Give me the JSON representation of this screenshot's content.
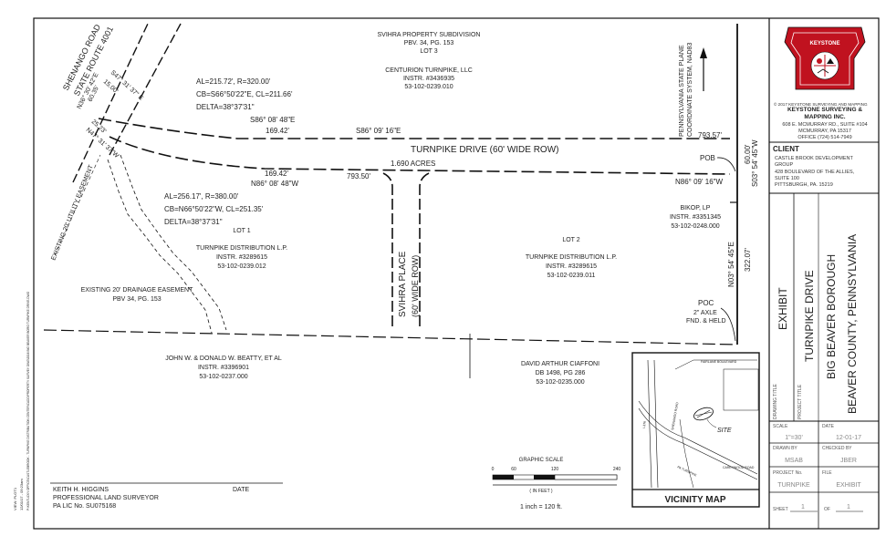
{
  "top_parcel": {
    "subdivision": "SVIHRA PROPERTY SUBDIVISION",
    "pbv": "PBV. 34, PG. 153",
    "lot": "LOT 3",
    "owner": "CENTURION TURNPIKE, LLC",
    "instr": "INSTR. #3436935",
    "parcel_id": "53-102-0239.010"
  },
  "road": {
    "shenango_line1": "SHENANGO ROAD",
    "shenango_line2": "STATE ROUTE 4001",
    "turnpike_label": "TURNPIKE DRIVE (60' WIDE ROW)",
    "acres": "1.690 ACRES",
    "svihra_place": "SVIHRA PLACE",
    "svihra_place_width": "(60' WIDE ROW)"
  },
  "curves": {
    "c1_line1": "AL=215.72', R=320.00'",
    "c1_line2": "CB=S66°50'22\"E, CL=211.66'",
    "c1_line3": "DELTA=38°37'31\"",
    "c2_line1": "AL=256.17', R=380.00'",
    "c2_line2": "CB=N66°50'22\"W, CL=251.35'",
    "c2_line3": "DELTA=38°37'31\""
  },
  "bearings": {
    "n36": "N36° 30' 42\"E",
    "n36_dist": "60.35'",
    "s47": "S47° 31' 37\" E",
    "s47_dist": "15.00'",
    "n47": "N47° 31' 37\"W",
    "n47_dist": "25.23'",
    "s86_upper": "S86° 08' 48\"E",
    "s86_upper_dist": "169.42'",
    "s86_long": "S86° 09' 16\"E",
    "s86_long_dist": "793.57'",
    "n86_lower": "N86° 08' 48\"W",
    "n86_lower_dist": "169.42'",
    "n86_long_dist": "793.50'",
    "n86_right": "N86° 09' 16\"W",
    "s03": "S03° 54' 45\"W",
    "s03_dist": "60.00'",
    "n03": "N03° 54' 45\"E",
    "n03_dist": "322.07'"
  },
  "state_plane": {
    "line1": "PENNSYLVANIA STATE PLANE",
    "line2": "COORDINATE SYSTEM, NAD83"
  },
  "pob": "POB",
  "poc": {
    "line1": "POC",
    "line2": "2\" AXLE",
    "line3": "FND. & HELD"
  },
  "lot1": {
    "lot": "LOT 1",
    "owner": "TURNPIKE DISTRIBUTION L.P.",
    "instr": "INSTR. #3289615",
    "parcel_id": "53-102-0239.012"
  },
  "lot2": {
    "lot": "LOT 2",
    "owner": "TURNPIKE DISTRIBUTION L.P.",
    "instr": "INSTR. #3289615",
    "parcel_id": "53-102-0239.011"
  },
  "bikop": {
    "owner": "BIKOP, LP",
    "instr": "INSTR. #3351345",
    "parcel_id": "53-102-0248.000"
  },
  "easements": {
    "utility": "EXISTING 20' UTILITY EASEMENT",
    "drainage": "EXISTING 20' DRAINAGE EASEMENT",
    "drainage_pbv": "PBV 34, PG. 153"
  },
  "beatty": {
    "owner": "JOHN W. & DONALD W. BEATTY, ET AL",
    "instr": "INSTR. #3396901",
    "parcel_id": "53-102-0237.000"
  },
  "ciaffoni": {
    "owner": "DAVID ARTHUR CIAFFONI",
    "db": "DB 1498, PG 286",
    "parcel_id": "53-102-0235.000"
  },
  "surveyor": {
    "name": "KEITH H. HIGGINS",
    "title": "PROFESSIONAL LAND SURVEYOR",
    "license": "PA LIC No. SU075168",
    "date_label": "DATE"
  },
  "graphic_scale": {
    "title": "GRAPHIC SCALE",
    "ticks": [
      "0",
      "60",
      "120",
      "240"
    ],
    "unit": "( IN FEET )",
    "ratio": "1 inch = 120 ft."
  },
  "vicinity": {
    "title": "VICINITY MAP",
    "site": "SITE",
    "fairlane": "FAIRLANE BOULEVARD",
    "careywood": "CAREYWOOD ROAD",
    "turnpike": "PA TURNPIKE",
    "route": "I-376",
    "shenango": "SHENANGO ROAD"
  },
  "company": {
    "logo_text": "KEYSTONE",
    "copyright": "© 2017 KEYSTONE SURVEYING AND MAPPING",
    "name_line1": "KEYSTONE SURVEYING &",
    "name_line2": "MAPPING INC.",
    "address1": "608 E. MCMURRAY RD., SUITE #104",
    "address2": "MCMURRAY, PA 15317",
    "phone": "OFFICE (724) 514-7949",
    "brand_red": "#c0121f"
  },
  "client": {
    "label": "CLIENT",
    "line1": "CASTLE BROOK DEVELOPMENT",
    "line2": "GROUP",
    "line3": "428 BOULEVARD OF THE ALLIES,",
    "line4": "SUITE 100",
    "line5": "PITTSBURGH, PA. 15219"
  },
  "drawing": {
    "title_label": "DRAWING TITLE",
    "title": "EXHIBIT",
    "project_label": "PROJECT TITLE",
    "project_line1": "TURNPIKE DRIVE",
    "project_line2": "BIG BEAVER BOROUGH",
    "project_line3": "BEAVER COUNTY, PENNSYLVANIA"
  },
  "titleblock": {
    "scale_label": "SCALE",
    "scale": "1\"=30'",
    "date_label": "DATE",
    "date": "12-01-17",
    "drawn_label": "DRAWN BY",
    "drawn": "MSAB",
    "checked_label": "CHECKED BY",
    "checked": "JBER",
    "project_no_label": "PROJECT No.",
    "project_no": "TURNPIKE",
    "file_label": "FILE",
    "file": "EXHIBIT",
    "sheet_label": "SHEET",
    "sheet": "1",
    "of_label": "OF",
    "of": "1"
  },
  "margin_notes": {
    "view": "VIEW: PLOT1",
    "timestamp": "12/01/17 - 09:23am",
    "path": "P:\\KENTUCKY OFFICE\\CASTLEBROOK - TURNPIKE DISTRIBUTION CENTER\\CADD\\PROPERTY SURVEY DWG\\2016 BIG BEAVER BORO TURNPIKE DRIVE.DWG"
  }
}
